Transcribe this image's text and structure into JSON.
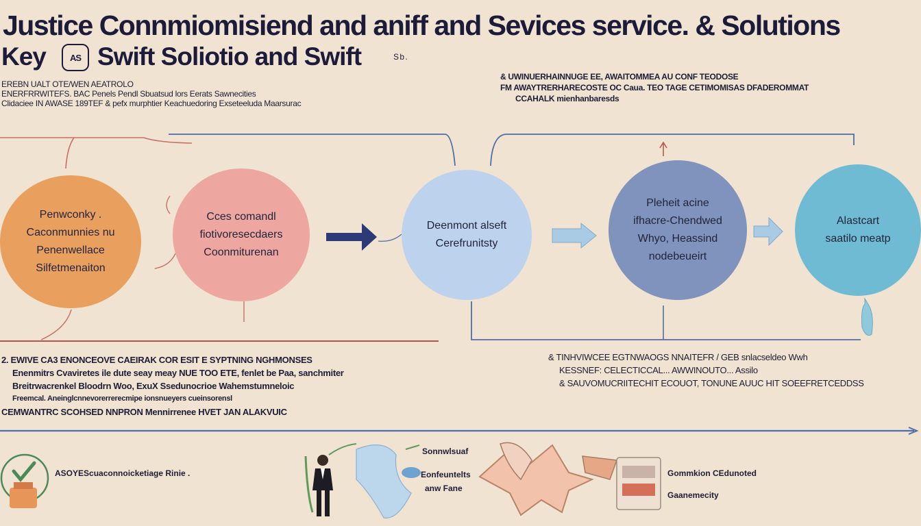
{
  "title": {
    "line1": "Justice Connmiomisiend and aniff and Sevices service. & Solutions",
    "key": "Key",
    "badge": "AS",
    "subtitle": "Swift Soliotio and Swift",
    "tiny": "S b ."
  },
  "intro_left": [
    "EREBN UALT OTE/WEN AEATROLO",
    "ENERFRRWITEFS. BAC Penels Pendl Sbuatsud lors Eerats Sawnecities",
    "Clidaciee IN AWASE 189TEF & pefx murphtier Keachuedoring Exseteeluda Maarsurac"
  ],
  "intro_right": [
    "& UWINUERHAINNUGE EE, AWAITOMMEA AU CONF TEODOSE",
    "FM AWAYTRERHARECOSTE OC Caua. TEO TAGE CETIMOMISAS DFADEROMMAT",
    "CCAHALK mienhanbaresds"
  ],
  "nodes": [
    {
      "lines": [
        "Penwconky .",
        "Caconmunnies nu",
        "Penenwellace",
        "Silfetmenaiton"
      ]
    },
    {
      "lines": [
        "Cces comandl",
        "fiotivoresecdaers",
        "Coonmiturenan"
      ]
    },
    {
      "lines": [
        "Deenmont alseft",
        "Cerefrunitsty"
      ]
    },
    {
      "lines": [
        "Pleheit acine",
        "ifhacre-Chendwed",
        "Whyo, Heassind",
        "nodebeueirt"
      ]
    },
    {
      "lines": [
        "Alastcart",
        "saatilo meatp"
      ]
    }
  ],
  "bottom_left": [
    "2. EWIVE CA3 ENONCEOVE CAEIRAK COR ESIT E SYPTNING NGHMONSES",
    "Enenmitrs Cvaviretes ile dute seay meay NUE TOO ETE, fenlet be Paa, sanchmiter",
    "Breitrwacrenkel Bloodrn Woo, ExuX Ssedunocrioe Wahemstumneloic",
    "Freemcal. Aneinglcnnevorerrerecmipe ionsnueyers cueinsorensl",
    "CEMWANTRC SCOHSED NNPRON Mennirrenee HVET JAN ALAKVUIC"
  ],
  "bottom_right": [
    "& TINHVIWCEE EGTNWAOGS NNAITEFR / GEB snlacseldeo Wwh",
    "KESSNEF: CELECTICCAL... AWWINOUTO... Assilo",
    "& SAUVOMUCRIITECHIT ECOUOT, TONUNE AUUC HIT SOEEFRETCEDDSS"
  ],
  "icon_labels": {
    "check_caption": "ASOYEScuaconnoicketiage Rinie .",
    "s1": "Sonnwlsuaf",
    "s2a": "Eonfeuntelts",
    "s2b": "anw Fane",
    "g1": "Gommkion CEdunoted",
    "g2": "Gaanemecity"
  },
  "colors": {
    "background": "#f0e3d2",
    "orange": "#e9a05e",
    "pink": "#eea7a0",
    "light_blue": "#bcd2ed",
    "slate_blue": "#7f93bd",
    "teal": "#6fbbd3",
    "navy_arrow": "#2d3a78",
    "rule_red": "#b7584a",
    "rule_blue": "#4d6ea8"
  }
}
